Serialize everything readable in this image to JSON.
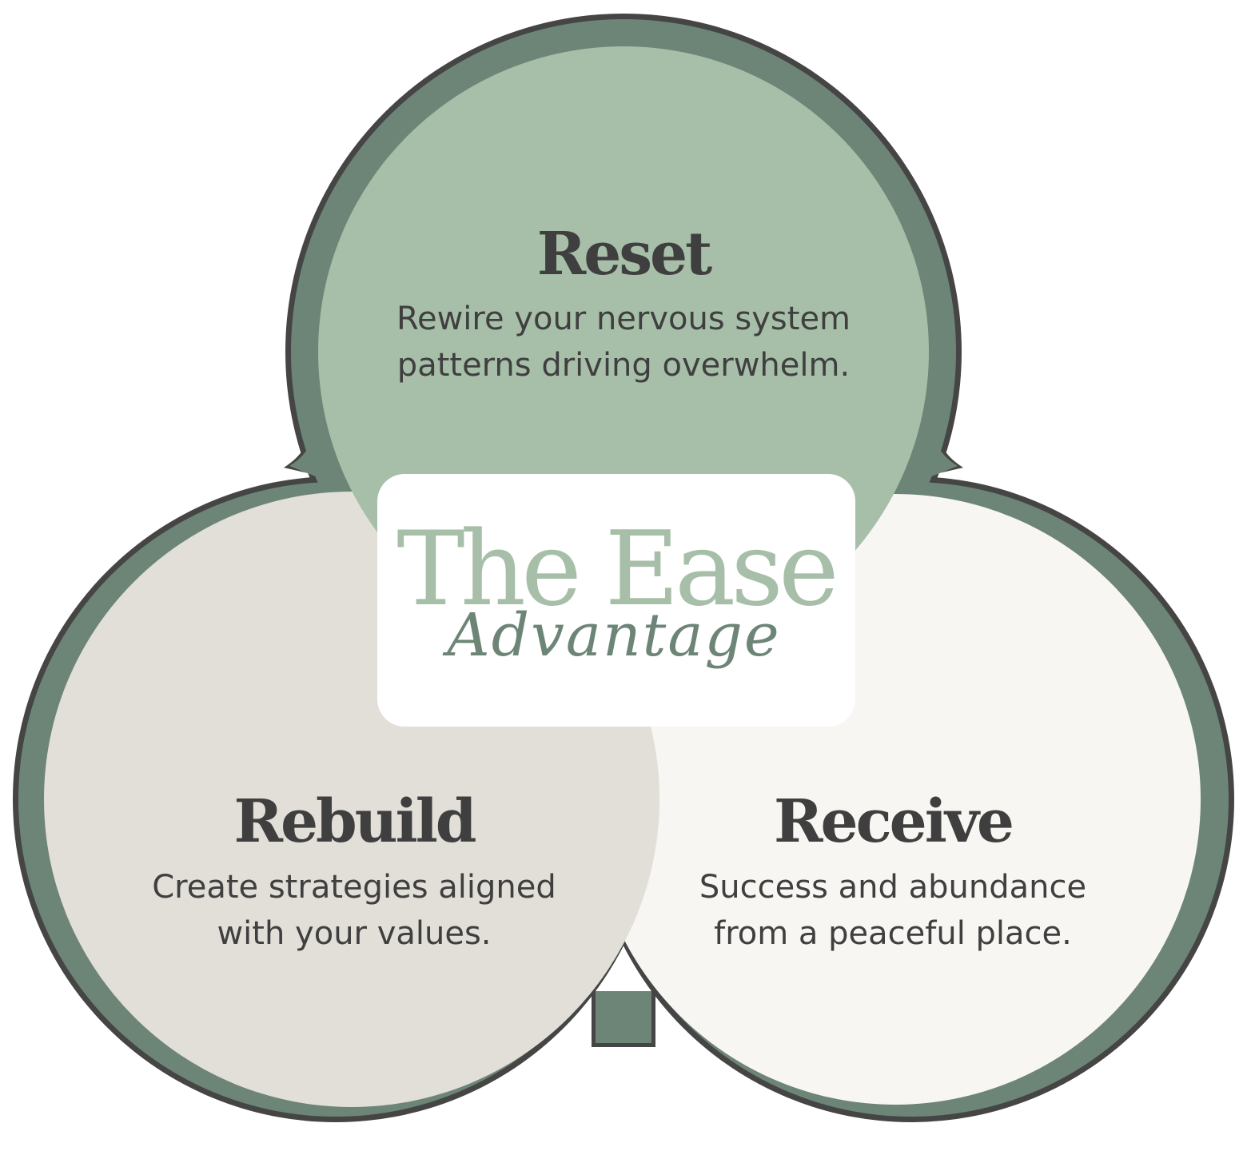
{
  "colors": {
    "outer_outline": "#454545",
    "outer_band": "#6d8576",
    "reset_fill": "#a7bfa9",
    "rebuild_fill": "#e2ded8",
    "receive_fill": "#f8f6f2",
    "text_dark": "#3f3f3f",
    "logo_green": "#a7bfa9",
    "logo_script": "#6d8576",
    "center_card": "#ffffff"
  },
  "logo": {
    "main": "The Ease",
    "script": "Advantage"
  },
  "circles": [
    {
      "id": "reset",
      "title": "Reset",
      "lines": [
        "Rewire your nervous system",
        "patterns driving overwhelm."
      ]
    },
    {
      "id": "rebuild",
      "title": "Rebuild",
      "lines": [
        "Create strategies aligned",
        "with your values."
      ]
    },
    {
      "id": "receive",
      "title": "Receive",
      "lines": [
        "Success and abundance",
        "from a peaceful place."
      ]
    }
  ]
}
